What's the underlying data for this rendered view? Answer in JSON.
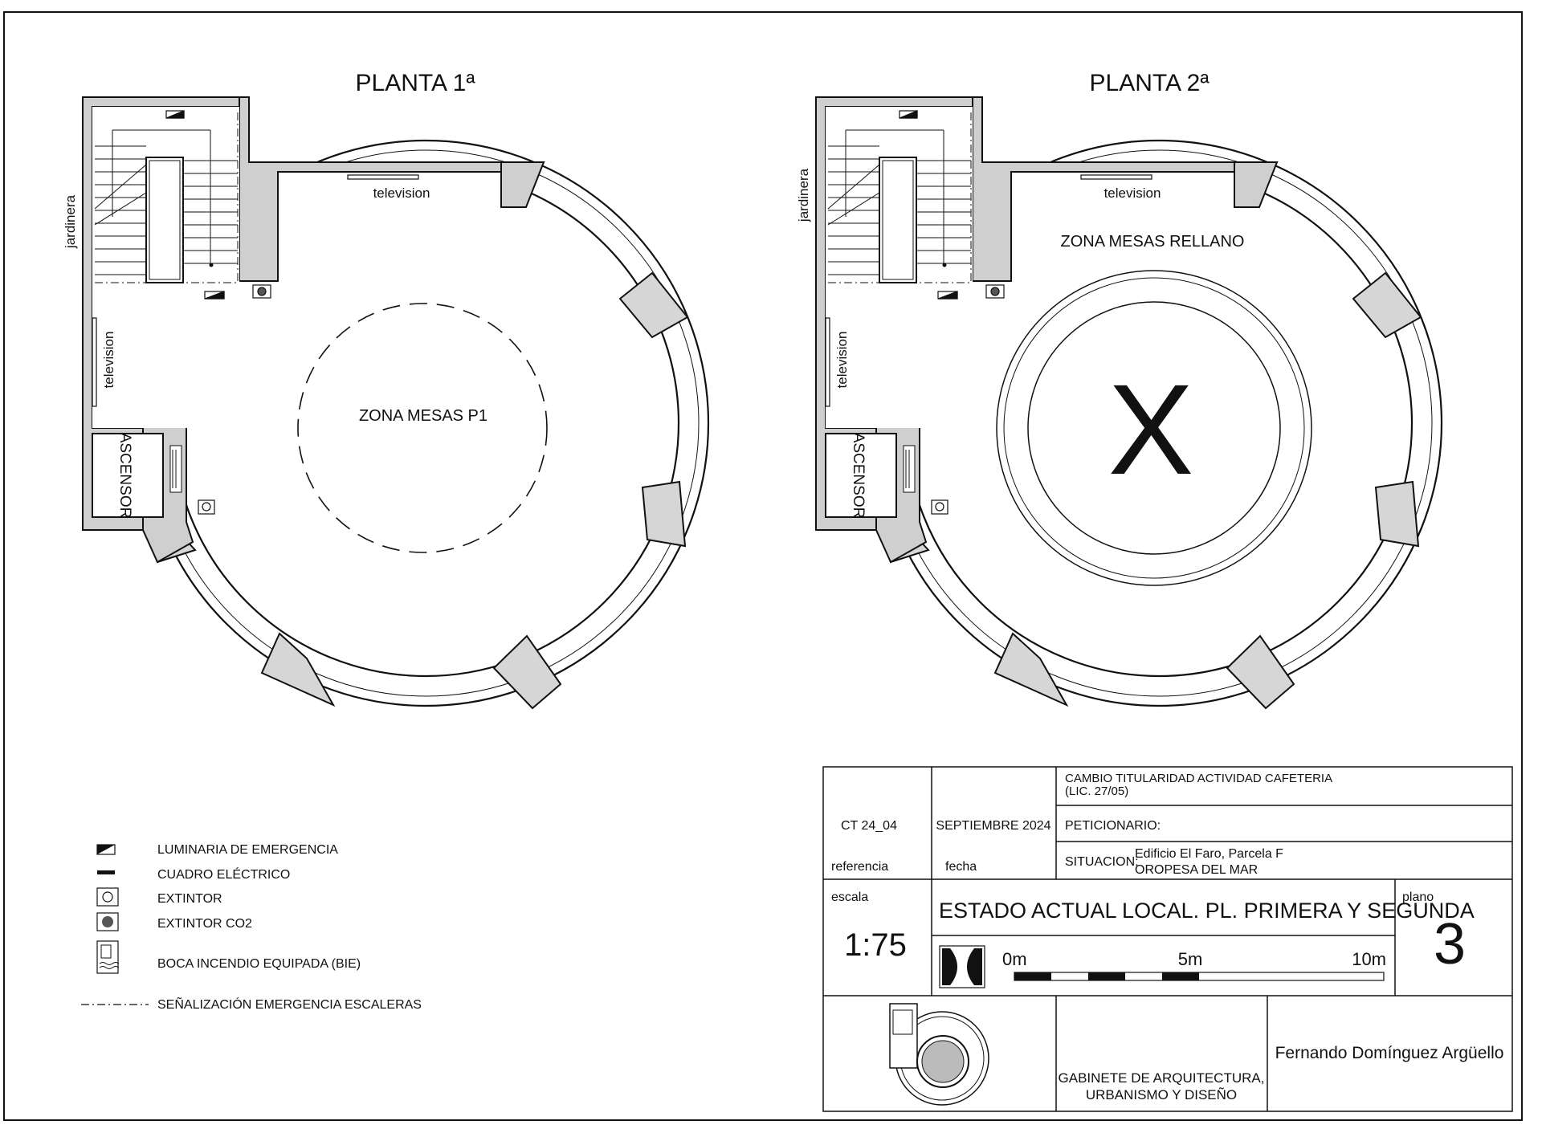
{
  "sheet": {
    "plan1": {
      "title": "PLANTA 1ª",
      "television_top": "television",
      "television_side": "television",
      "jardinera": "jardinera",
      "ascensor": "ASCENSOR",
      "zone": "ZONA MESAS P1"
    },
    "plan2": {
      "title": "PLANTA 2ª",
      "television_top": "television",
      "television_side": "television",
      "jardinera": "jardinera",
      "ascensor": "ASCENSOR",
      "zone": "ZONA MESAS RELLANO",
      "void_mark": "X"
    }
  },
  "legend": [
    {
      "icon": "emergency-light-icon",
      "label": "LUMINARIA DE EMERGENCIA"
    },
    {
      "icon": "electrical-panel-icon",
      "label": "CUADRO ELÉCTRICO"
    },
    {
      "icon": "extinguisher-icon",
      "label": "EXTINTOR"
    },
    {
      "icon": "co2-extinguisher-icon",
      "label": "EXTINTOR CO2"
    },
    {
      "icon": "fire-hose-icon",
      "label": "BOCA INCENDIO EQUIPADA (BIE)"
    },
    {
      "icon": "dash-dot-line-icon",
      "label": "SEÑALIZACIÓN EMERGENCIA ESCALERAS"
    }
  ],
  "title_block": {
    "project_line1": "CAMBIO TITULARIDAD ACTIVIDAD CAFETERIA",
    "project_line2": "(LIC. 27/05)",
    "reference_value": "CT 24_04",
    "reference_label": "referencia",
    "date_value": "SEPTIEMBRE 2024",
    "date_label": "fecha",
    "peticionario_label": "PETICIONARIO:",
    "situacion_label": "SITUACION:",
    "situacion_line1": "Edificio El Faro, Parcela F",
    "situacion_line2": "OROPESA DEL MAR",
    "scale_label": "escala",
    "scale_value": "1:75",
    "sheet_title": "ESTADO ACTUAL LOCAL. PL. PRIMERA Y SEGUNDA",
    "plano_label": "plano",
    "plano_value": "3",
    "scalebar_0": "0m",
    "scalebar_5": "5m",
    "scalebar_10": "10m",
    "office_line1": "GABINETE DE ARQUITECTURA,",
    "office_line2": "URBANISMO Y DISEÑO",
    "architect": "Fernando Domínguez Argüello"
  }
}
